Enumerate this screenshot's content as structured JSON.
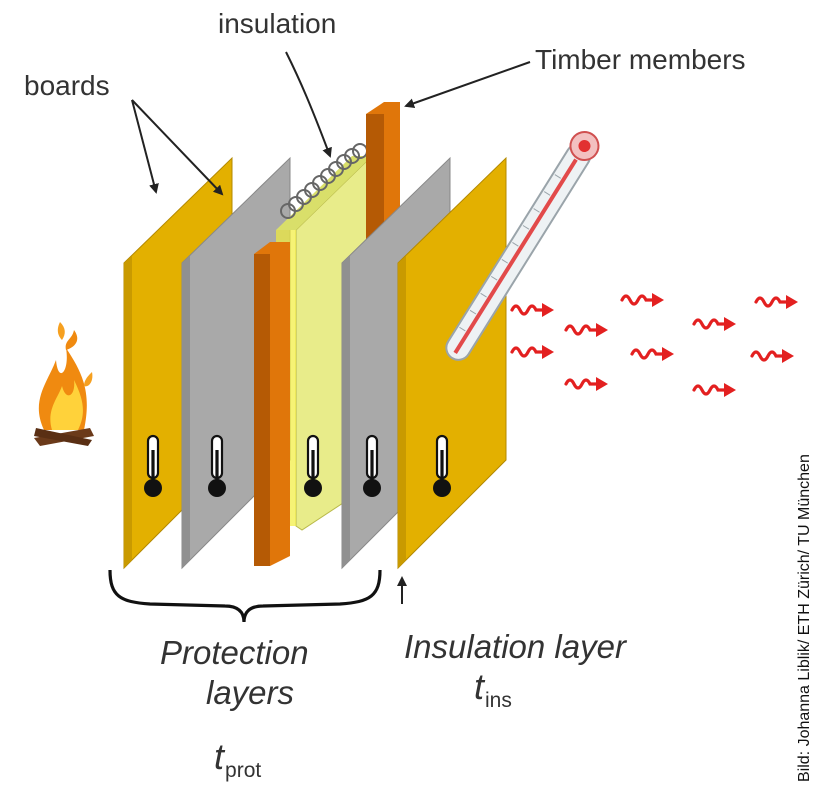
{
  "labels": {
    "boards": "boards",
    "insulation": "insulation",
    "timber_members": "Timber members",
    "protection_layers_line1": "Protection",
    "protection_layers_line2": "layers",
    "insulation_layer": "Insulation layer"
  },
  "symbols": {
    "t_prot": {
      "base": "t",
      "sub": "prot"
    },
    "t_ins": {
      "base": "t",
      "sub": "ins"
    }
  },
  "credit": "Bild: Johanna Liblik/ ETH Zürich/ TU München",
  "colors": {
    "board": "#e3b000",
    "board_dark": "#c99a00",
    "gray_board": "#a9a9a9",
    "gray_board_dark": "#8a8a8a",
    "timber": "#e0760a",
    "timber_dark": "#b55a05",
    "insulation": "#e8ec8a",
    "heat_arrows": "#e32020",
    "fire": "#f08a10"
  },
  "icons": [
    "fire-icon",
    "thermometer-icon",
    "heat-wave-arrow-icon",
    "brace"
  ]
}
